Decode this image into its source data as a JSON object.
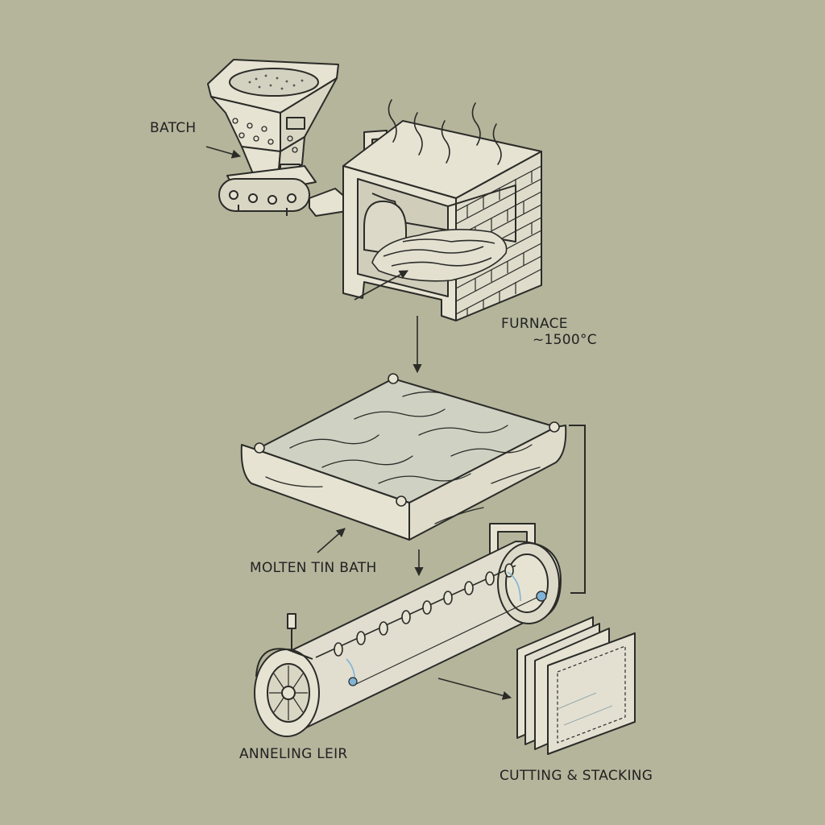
{
  "labels": {
    "batch": "BATCH",
    "furnace": "FURNACE",
    "furnace_temp": "~1500°C",
    "tin_bath": "MOLTEN TIN BATH",
    "annealing_leir": "ANNELING LEIR",
    "cutting": "CUTTING & STACKING"
  },
  "colors": {
    "background": "#b4b59b",
    "line": "#2b2b28",
    "fill": "#e6e3d2",
    "glass": "#d0d3c6",
    "accent": "#7fb4d6"
  }
}
